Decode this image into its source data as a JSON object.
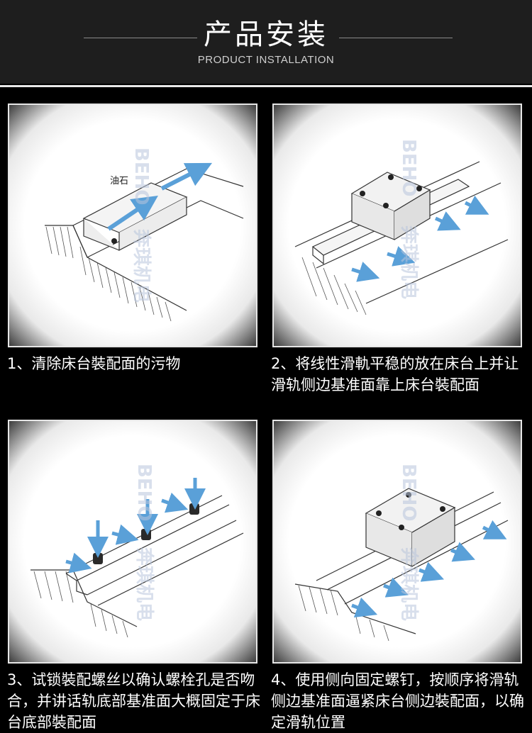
{
  "header": {
    "title": "产品安装",
    "subtitle": "PRODUCT INSTALLATION"
  },
  "steps": [
    {
      "caption": "1、清除床台裝配面的污物",
      "label": "油石"
    },
    {
      "caption": "2、将线性滑軌平稳的放在床台上并让滑轨侧边基准面靠上床台裝配面"
    },
    {
      "caption": "3、试锁裝配螺丝以确认螺栓孔是否吻合，并讲话轨底部基准面大概固定于床台底部裝配面"
    },
    {
      "caption": "4、使用侧向固定螺钉，按顺序将滑轨侧边基准面逼紧床台侧边裝配面，以确定滑轨位置"
    }
  ],
  "watermark": {
    "brand": "BEHO",
    "cn": "奔琪机电"
  },
  "colors": {
    "background": "#000000",
    "header": "#1e1e1e",
    "arrow": "#5aa0d8"
  }
}
